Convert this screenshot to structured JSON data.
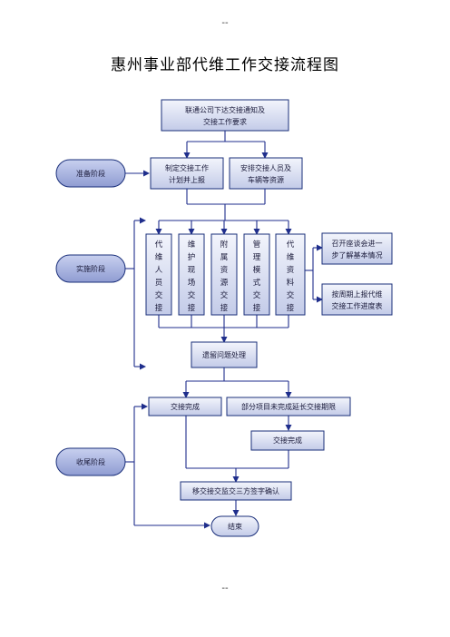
{
  "page": {
    "header_mark": "--",
    "footer_mark": "--",
    "title": "惠州事业部代维工作交接流程图"
  },
  "stages": {
    "prepare": "准备阶段",
    "implement": "实施阶段",
    "closing": "收尾阶段"
  },
  "boxes": {
    "notice_line1": "联通公司下达交接通知及",
    "notice_line2": "交接工作要求",
    "plan_line1": "制定交接工作",
    "plan_line2": "计划并上报",
    "arrange_line1": "安排交接人员及",
    "arrange_line2": "车辆等资源",
    "personnel": [
      "代",
      "维",
      "人",
      "员",
      "交",
      "接"
    ],
    "site": [
      "维",
      "护",
      "现",
      "场",
      "交",
      "接"
    ],
    "resources": [
      "附",
      "属",
      "资",
      "源",
      "交",
      "接"
    ],
    "mgmt": [
      "管",
      "理",
      "模",
      "式",
      "交",
      "接"
    ],
    "data": [
      "代",
      "维",
      "资",
      "料",
      "交",
      "接"
    ],
    "meeting_line1": "召开座谈会进一",
    "meeting_line2": "步了解基本情况",
    "weekly_line1": "按周期上报代维",
    "weekly_line2": "交接工作进度表",
    "legacy": "遗留问题处理",
    "done1": "交接完成",
    "extend": "部分项目未完成延长交接期限",
    "done2": "交接完成",
    "signoff": "移交接交监交三方签字确认",
    "end": "结束"
  }
}
